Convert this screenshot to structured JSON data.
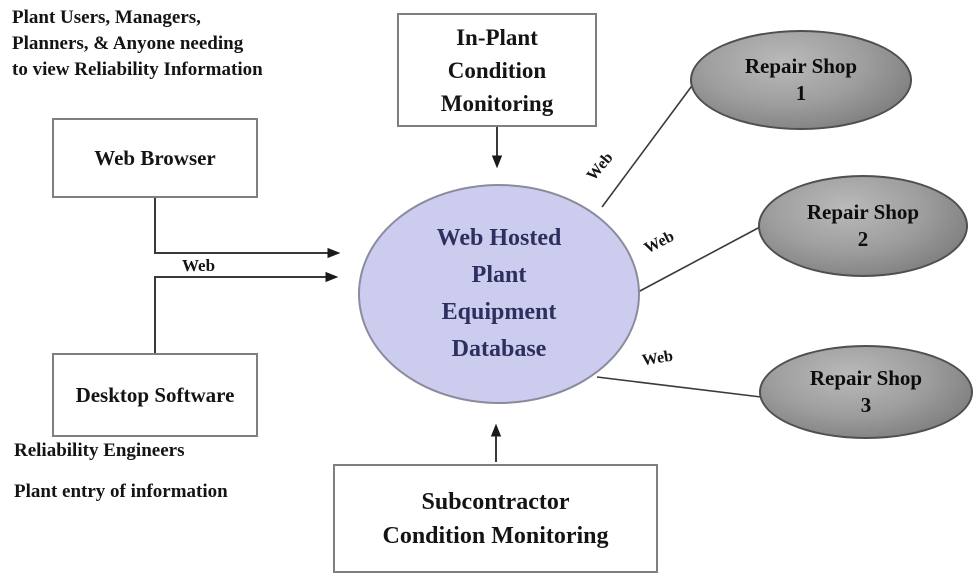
{
  "annotations": {
    "top_left_line1": "Plant Users, Managers,",
    "top_left_line2": "Planners, & Anyone needing",
    "top_left_line3": "to view Reliability Information",
    "bottom_left_line1": "Reliability Engineers",
    "bottom_left_line2": "Plant entry of information"
  },
  "nodes": {
    "web_browser": {
      "label": "Web Browser"
    },
    "desktop_software": {
      "label": "Desktop Software"
    },
    "in_plant_monitoring": {
      "line1": "In-Plant",
      "line2": "Condition",
      "line3": "Monitoring"
    },
    "subcontractor_monitoring": {
      "line1": "Subcontractor",
      "line2": "Condition Monitoring"
    },
    "database": {
      "line1": "Web Hosted",
      "line2": "Plant",
      "line3": "Equipment",
      "line4": "Database"
    },
    "repair_shop_1": {
      "name": "Repair Shop",
      "number": "1"
    },
    "repair_shop_2": {
      "name": "Repair Shop",
      "number": "2"
    },
    "repair_shop_3": {
      "name": "Repair Shop",
      "number": "3"
    }
  },
  "edge_labels": {
    "browser_to_db": "Web",
    "db_to_shop1": "Web",
    "db_to_shop2": "Web",
    "db_to_shop3": "Web"
  },
  "colors": {
    "database_fill": "#ccccee",
    "database_border": "#8b8b9e",
    "database_text": "#2f2f5f",
    "repair_shop_fill": "#9e9e9e",
    "repair_shop_border": "#4f4f4f",
    "box_border": "#7f7f7f",
    "line": "#3a3a3a",
    "text": "#141414",
    "background": "#ffffff"
  }
}
